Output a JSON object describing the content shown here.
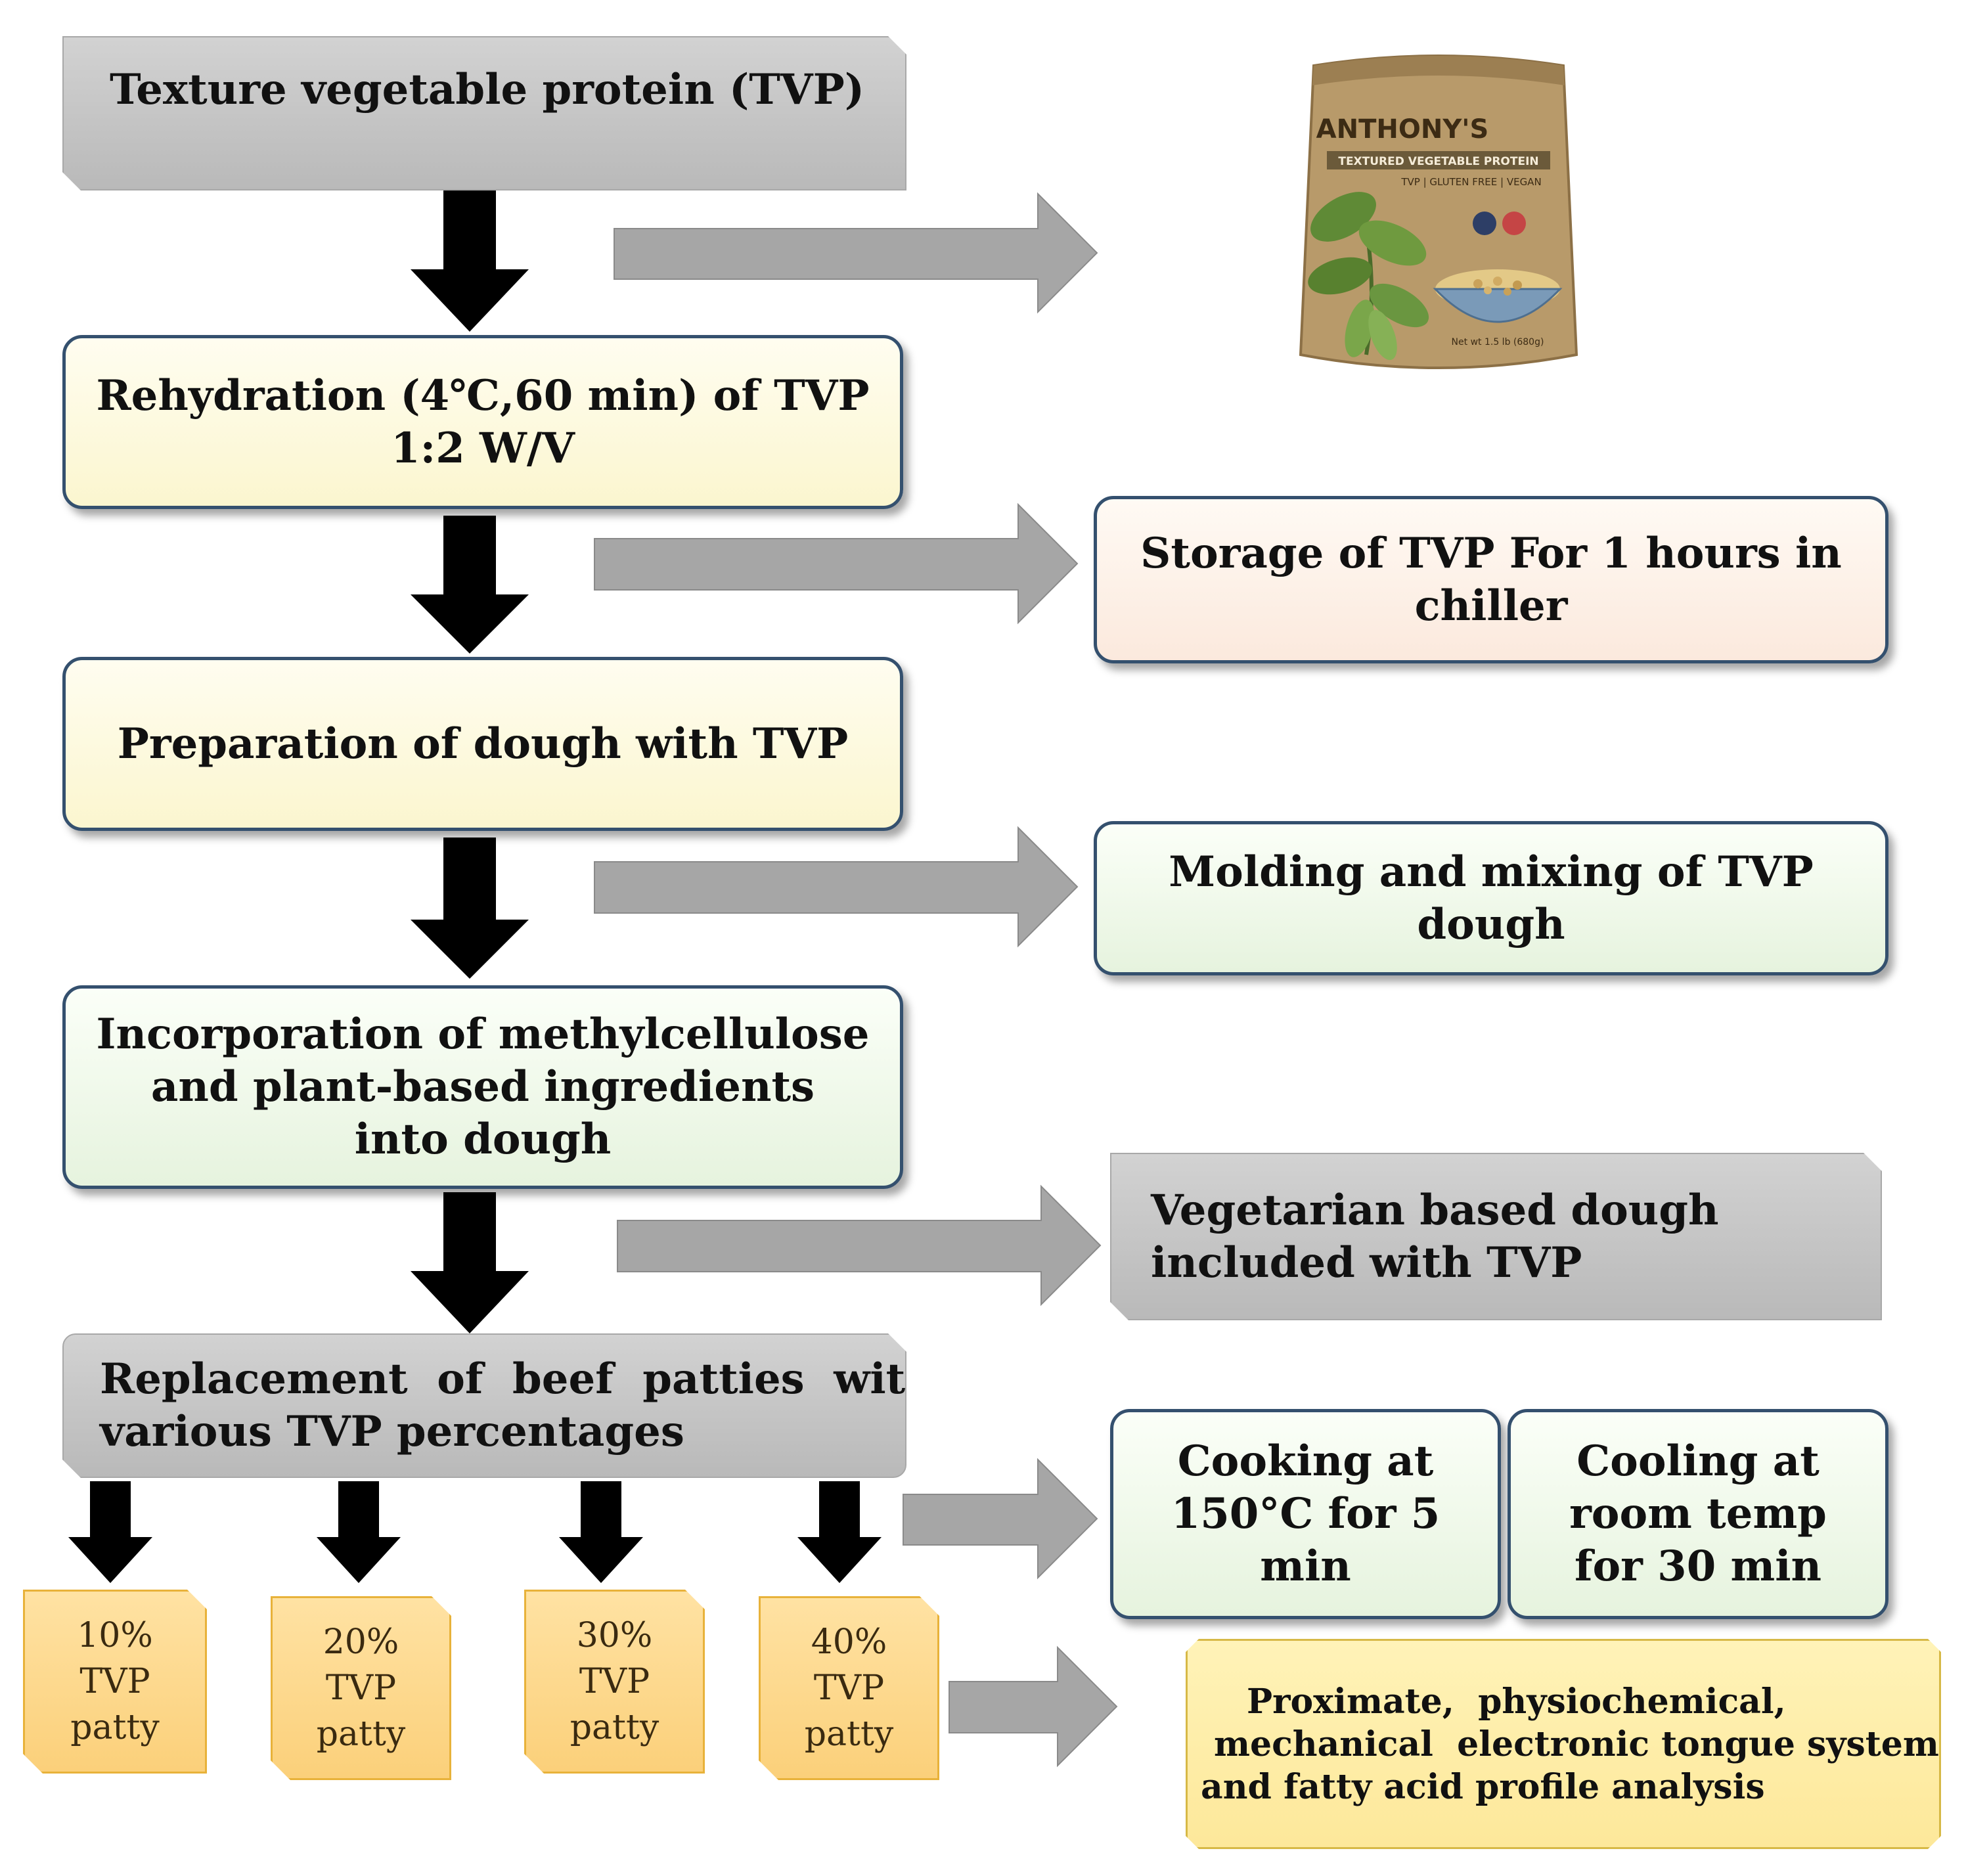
{
  "steps": {
    "tvp": "Texture vegetable protein (TVP)",
    "rehydration": [
      "Rehydration (4℃,60 min) of TVP",
      "1:2 W/V"
    ],
    "dough": "Preparation of dough with TVP",
    "incorporation": [
      "Incorporation of methylcellulose",
      "and plant-based ingredients",
      "into dough"
    ],
    "replacement": [
      "Replacement  of  beef  patties  with",
      "various TVP percentages"
    ]
  },
  "side": {
    "storage": [
      "Storage of TVP For 1 hours in",
      "chiller"
    ],
    "molding": [
      "Molding and mixing of TVP",
      "dough"
    ],
    "vegetarian": [
      "Vegetarian based dough",
      "included with TVP"
    ],
    "cooking": [
      "Cooking at",
      "150°C for 5",
      "min"
    ],
    "cooling": [
      "Cooling at",
      "room temp",
      "for 30 min"
    ],
    "analysis": [
      "Proximate,  physiochemical,",
      "mechanical  electronic tongue system",
      "and fatty acid profile analysis"
    ]
  },
  "patties": [
    [
      "10%",
      "TVP",
      "patty"
    ],
    [
      "20%",
      "TVP",
      "patty"
    ],
    [
      "30%",
      "TVP",
      "patty"
    ],
    [
      "40%",
      "TVP",
      "patty"
    ]
  ],
  "product": {
    "brand": "ANTHONY'S",
    "name": "TEXTURED VEGETABLE PROTEIN",
    "tagline": "TVP | GLUTEN FREE | VEGAN",
    "weight": "Net wt 1.5 lb (680g)"
  },
  "colors": {
    "black_arrow": "#000000",
    "gray_arrow": "#a6a6a6",
    "box_border": "#34506e"
  }
}
